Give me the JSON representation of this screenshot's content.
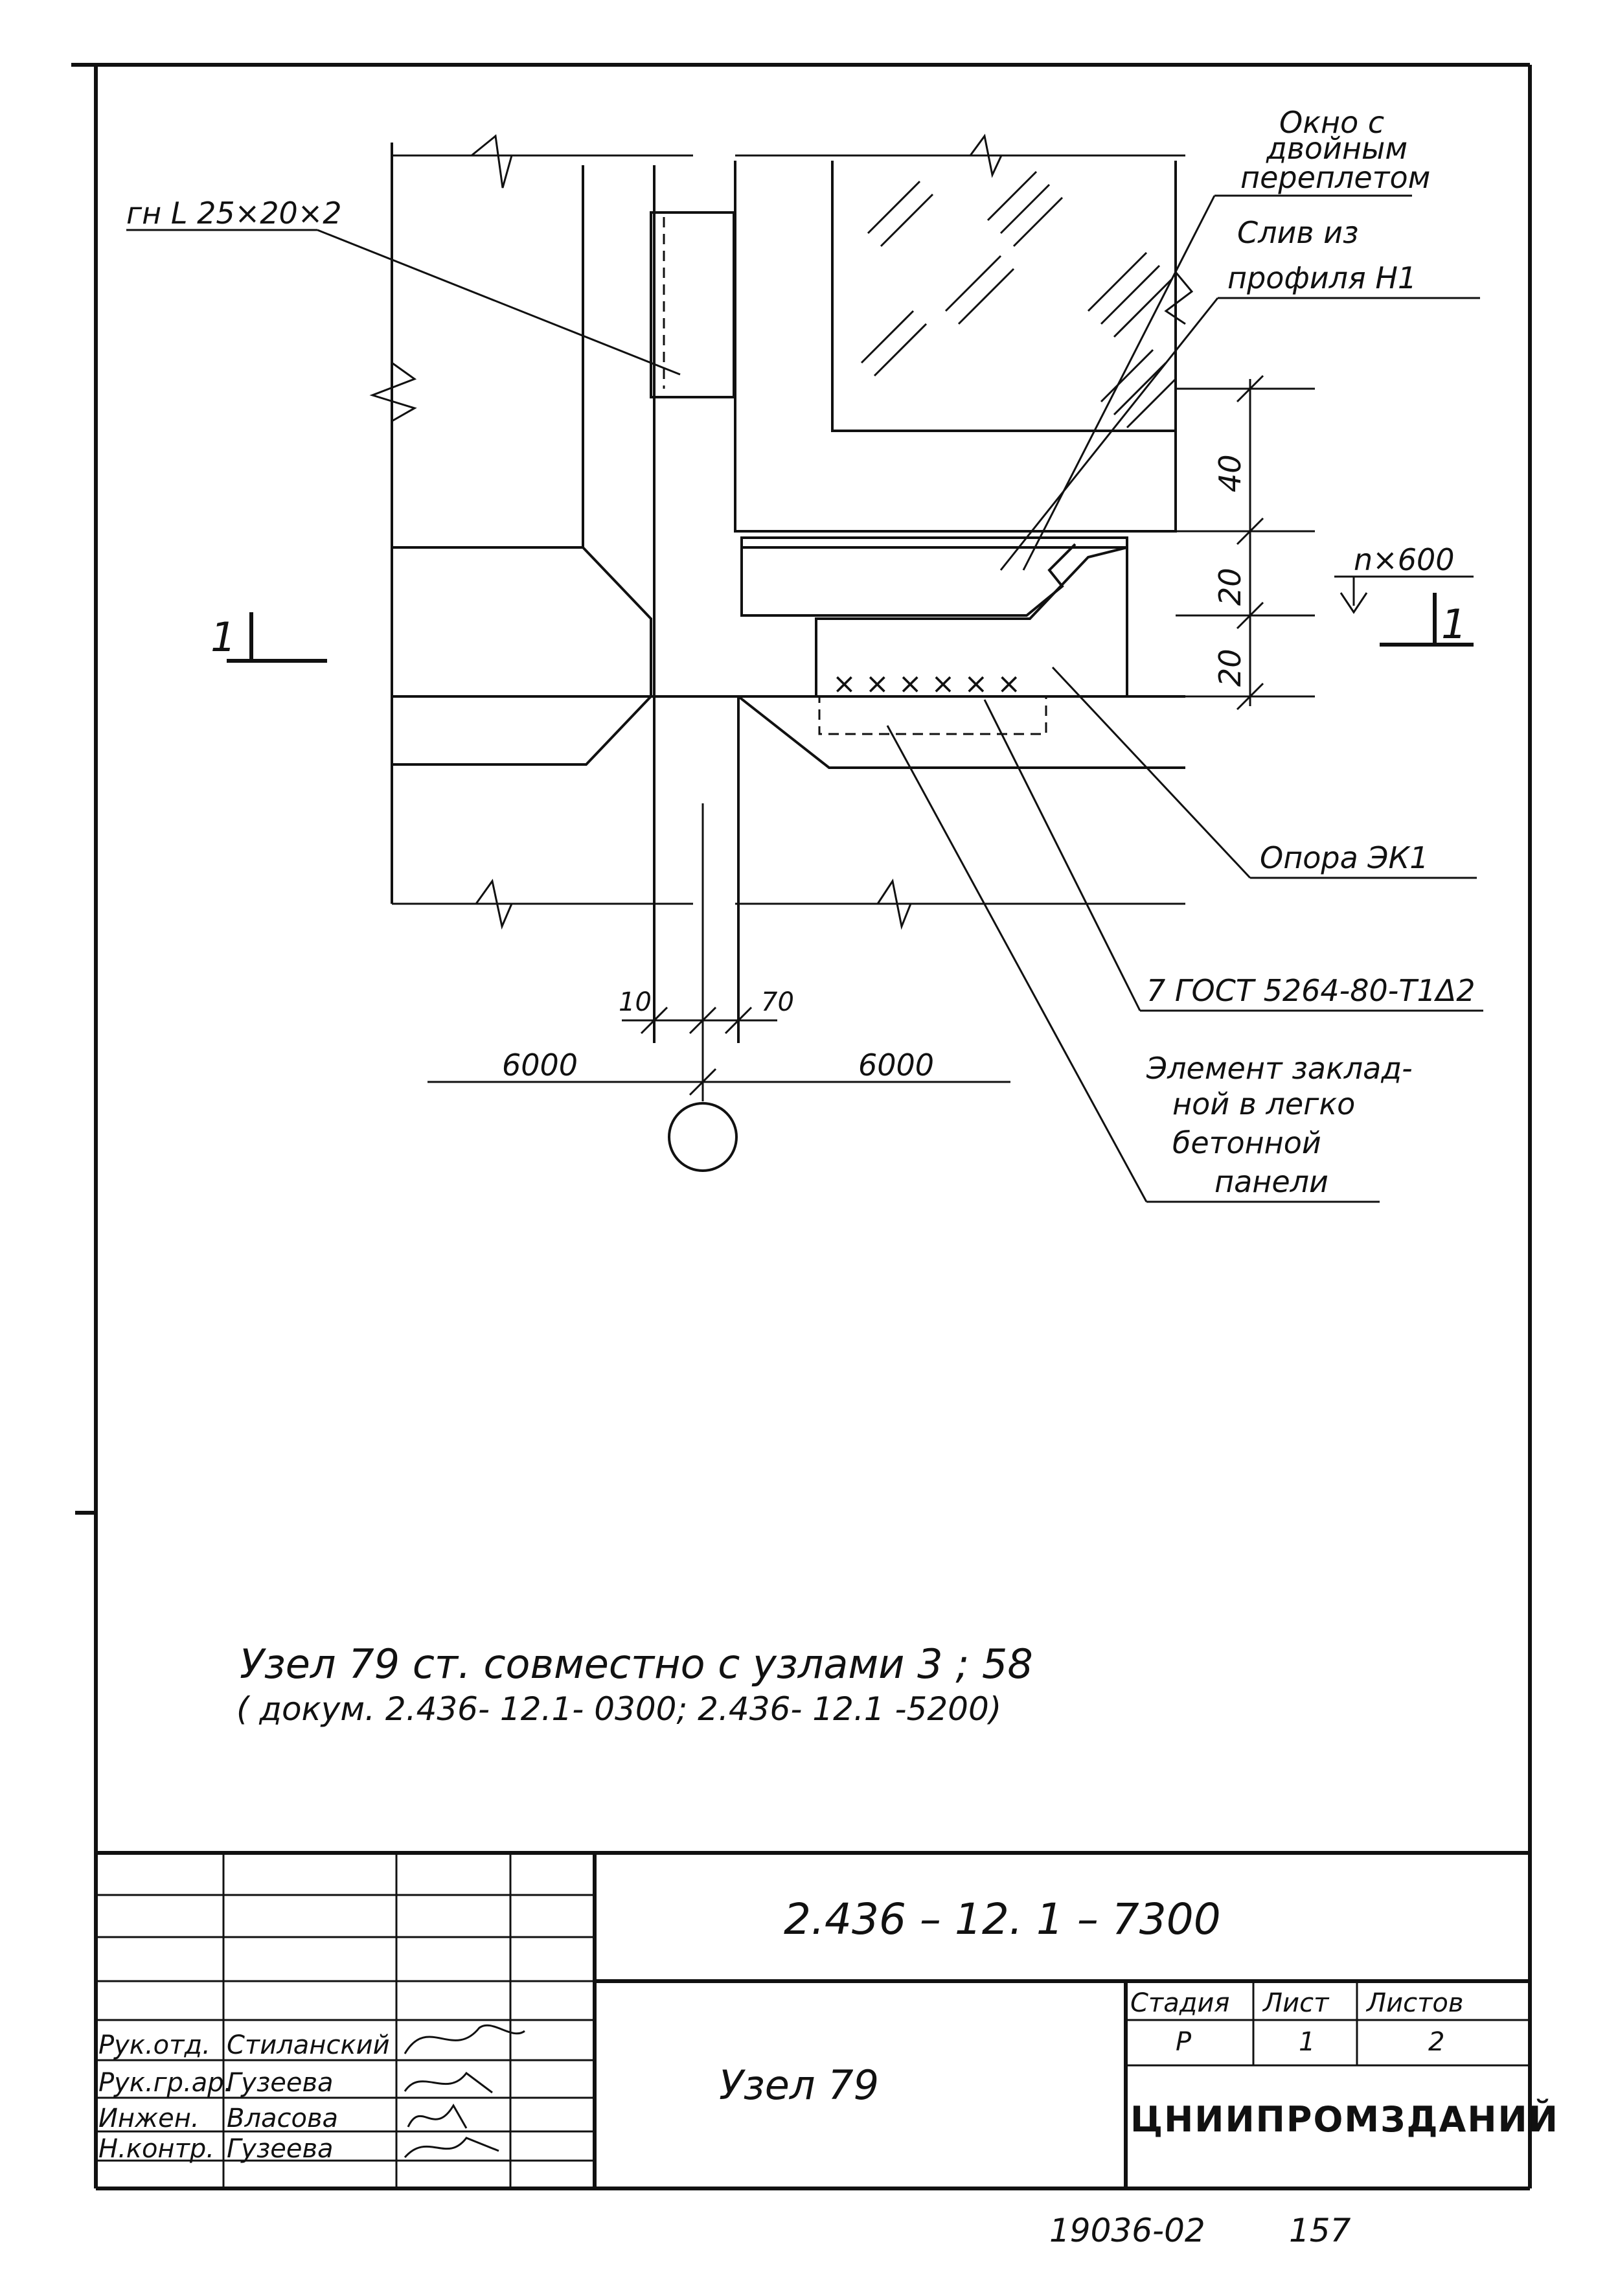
{
  "drawing": {
    "labels": {
      "angle_profile": "гн L 25×20×2",
      "window": [
        "Окно с",
        "двойным",
        "переплетом"
      ],
      "flashing": [
        "Слив из",
        "профиля  Н1"
      ],
      "n600": "n×600",
      "support": "Опора  ЭК1",
      "weld": "7 ГОСТ 5264-80-Т1Δ2",
      "embedded": [
        "Элемент заклад-",
        "ной в легко",
        "бетонной",
        "панели"
      ],
      "section_mark": "1"
    },
    "dimensions": {
      "dim_40": "40",
      "dim_20_a": "20",
      "dim_20_b": "20",
      "dim_10": "10",
      "dim_70": "70",
      "span_left": "6000",
      "span_right": "6000"
    },
    "note_line1": "Узел  79  ст.  совместно  с узлами  3 ; 58",
    "note_line2": "( докум. 2.436- 12.1- 0300;  2.436- 12.1 -5200)"
  },
  "title_block": {
    "doc_code": "2.436 – 12. 1 – 7300",
    "node_title": "Узел 79",
    "stage_header": "Стадия",
    "sheet_header": "Лист",
    "sheets_header": "Листов",
    "stage": "Р",
    "sheet": "1",
    "sheets": "2",
    "organization": "ЦНИИПРОМЗДАНИЙ",
    "signatures": [
      {
        "role": "Рук.отд.",
        "name": "Стиланский"
      },
      {
        "role": "Рук.гр.ар.",
        "name": "Гузеева"
      },
      {
        "role": "Инжен.",
        "name": "Власова"
      },
      {
        "role": "Н.контр.",
        "name": "Гузеева"
      }
    ]
  },
  "footer": {
    "inventory": "19036-02",
    "page": "157"
  }
}
